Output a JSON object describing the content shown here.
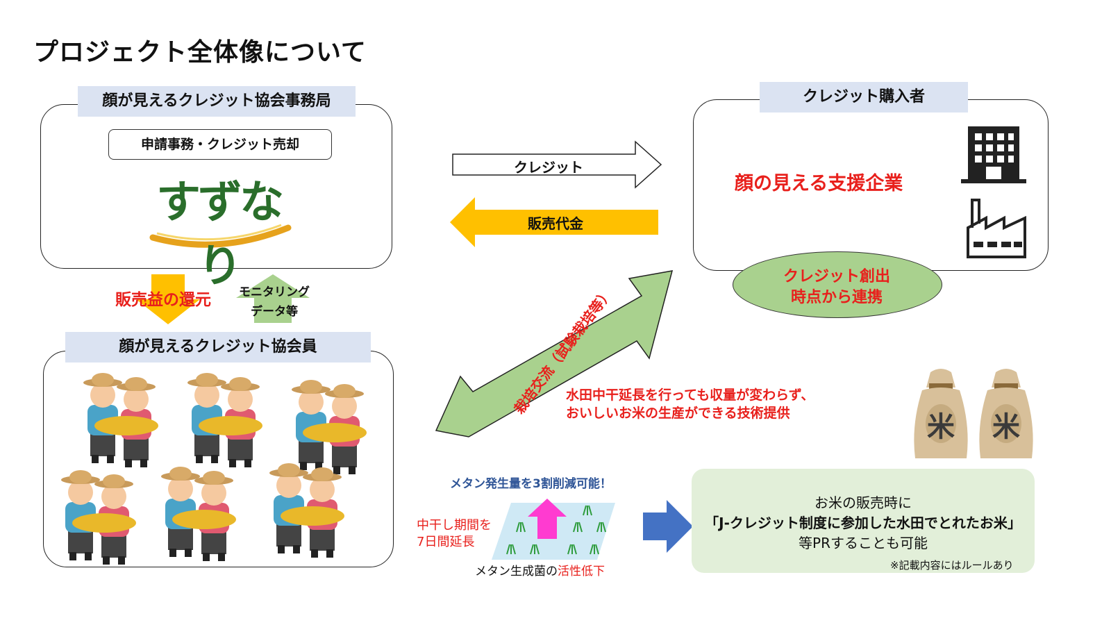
{
  "title": "プロジェクト全体像について",
  "secretariat": {
    "header": "顔が見えるクレジット協会事務局",
    "task_label": "申請事務・クレジット売却",
    "logo_text": "すずなり"
  },
  "buyer": {
    "header": "クレジット購入者",
    "company_label": "顔の見える支援企業",
    "link_ellipse": [
      "クレジット創出",
      "時点から連携"
    ]
  },
  "flows": {
    "credit": "クレジット",
    "sales_payment": "販売代金",
    "profit_return": "販売益の還元",
    "monitoring": [
      "モニタリング",
      "データ等"
    ],
    "exchange": "栽培交流（試験栽培等）"
  },
  "members": {
    "header": "顔が見えるクレジット協会員"
  },
  "tech": [
    "水田中干延長を行っても収量が変わらず、",
    "おいしいお米の生産ができる技術提供"
  ],
  "methane": {
    "reduction": "メタン発生量を3割削減可能！",
    "extension": [
      "中干し期間を",
      "7日間延長"
    ],
    "bacteria_prefix": "メタン生成菌の",
    "bacteria_highlight": "活性低下"
  },
  "rice_bag_char": "米",
  "pr": {
    "line1": "お米の販売時に",
    "line2": "「J-クレジット制度に参加した水田でとれたお米」",
    "line3": "等PRすることも可能",
    "note": "※記載内容にはルールあり"
  },
  "colors": {
    "header_bg": "#dbe3f2",
    "red_text": "#e8201c",
    "green_arrow": "#a9d18e",
    "yellow_arrow": "#ffc000",
    "blue_arrow": "#4472c4",
    "pr_bg": "#e2efd9",
    "ellipse_bg": "#a9d18e",
    "magenta_arrow": "#ff3bd0"
  }
}
